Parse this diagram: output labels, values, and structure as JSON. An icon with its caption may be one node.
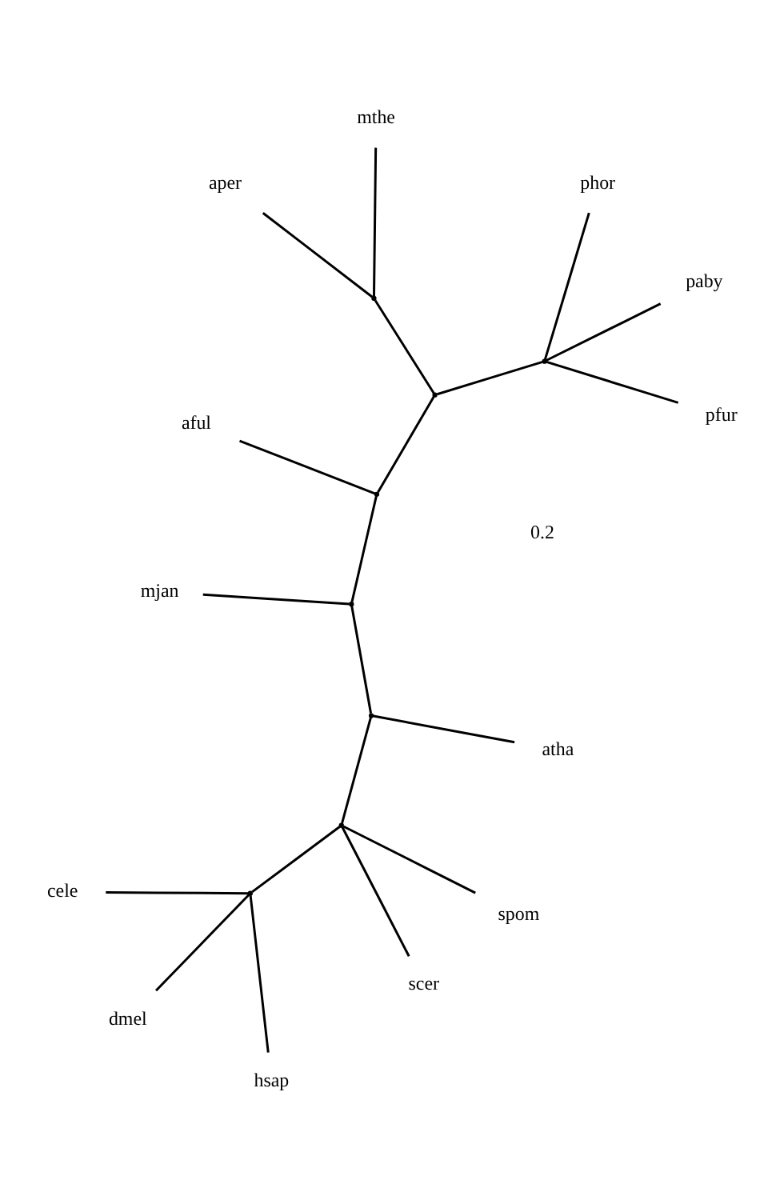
{
  "diagram": {
    "nodes": [
      {
        "text": [
          "aper"
        ]
      },
      {
        "text": [
          "pfur"
        ]
      },
      {
        "text": [
          "mthe"
        ]
      },
      {
        "text": [
          "phor"
        ]
      },
      {
        "text": [
          "paby"
        ]
      },
      {
        "text": [
          "aful"
        ]
      },
      {
        "text": [
          "mjan"
        ]
      },
      {
        "text": [
          "spom"
        ]
      },
      {
        "text": [
          "dmel"
        ]
      },
      {
        "text": [
          "hsap"
        ]
      },
      {
        "text": [
          "scer"
        ]
      },
      {
        "text": [
          "cele"
        ]
      },
      {
        "text": [
          "atha"
        ]
      },
      {
        "text": [],
        "shape": "point"
      },
      {
        "text": [],
        "shape": "point"
      },
      {
        "text": [],
        "shape": "point"
      },
      {
        "text": [],
        "shape": "point"
      },
      {
        "text": [],
        "shape": "point"
      },
      {
        "text": [],
        "shape": "point"
      },
      {
        "text": [],
        "shape": "point"
      },
      {
        "text": [],
        "shape": "point"
      }
    ],
    "edges": [
      {
        "from": 13,
        "to": 1,
        "arrow": "none"
      },
      {
        "from": 13,
        "to": 3,
        "arrow": "none"
      },
      {
        "from": 13,
        "to": 4,
        "arrow": "none"
      },
      {
        "from": 13,
        "to": 15,
        "arrow": "none"
      },
      {
        "from": 15,
        "to": 14,
        "arrow": "none"
      },
      {
        "from": 14,
        "to": 0,
        "arrow": "none"
      },
      {
        "from": 14,
        "to": 2,
        "arrow": "none"
      },
      {
        "from": 15,
        "to": 16,
        "arrow": "none"
      },
      {
        "from": 16,
        "to": 5,
        "arrow": "none"
      },
      {
        "from": 16,
        "to": 17,
        "arrow": "none"
      },
      {
        "from": 17,
        "to": 6,
        "arrow": "none"
      },
      {
        "from": 17,
        "to": 18,
        "arrow": "none"
      },
      {
        "from": 18,
        "to": 12,
        "arrow": "none"
      },
      {
        "from": 18,
        "to": 19,
        "arrow": "none"
      },
      {
        "from": 19,
        "to": 7,
        "arrow": "none"
      },
      {
        "from": 19,
        "to": 10,
        "arrow": "none"
      },
      {
        "from": 19,
        "to": 20,
        "arrow": "none"
      },
      {
        "from": 20,
        "to": 11,
        "arrow": "none"
      },
      {
        "from": 20,
        "to": 9,
        "arrow": "none"
      },
      {
        "from": 20,
        "to": 8,
        "arrow": "none"
      }
    ],
    "labels": [
      "0.2"
    ]
  }
}
